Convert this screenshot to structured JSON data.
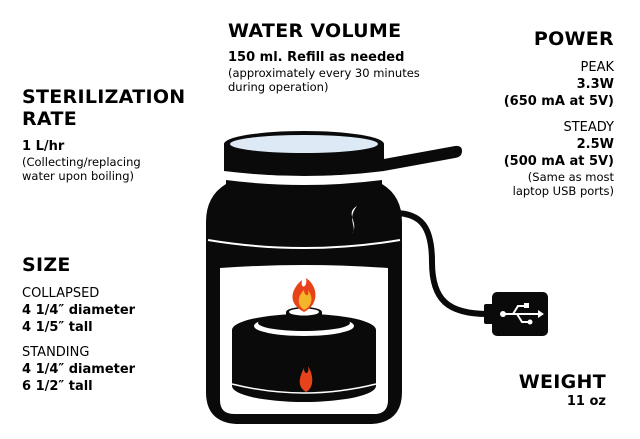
{
  "water_volume": {
    "heading": "WATER VOLUME",
    "value": "150 ml. Refill as needed",
    "note_line1": "(approximately every 30 minutes",
    "note_line2": "during operation)"
  },
  "sterilization": {
    "heading_line1": "STERILIZATION",
    "heading_line2": "RATE",
    "value": "1 L/hr",
    "note_line1": "(Collecting/replacing",
    "note_line2": "water upon boiling)"
  },
  "size": {
    "heading": "SIZE",
    "collapsed_label": "COLLAPSED",
    "collapsed_diameter": "4 1/4″ diameter",
    "collapsed_tall": "4 1/5″ tall",
    "standing_label": "STANDING",
    "standing_diameter": "4 1/4″ diameter",
    "standing_tall": "6 1/2″ tall"
  },
  "power": {
    "heading": "POWER",
    "peak_label": "PEAK",
    "peak_value": "3.3W",
    "peak_detail": "(650 mA at 5V)",
    "steady_label": "STEADY",
    "steady_value": "2.5W",
    "steady_detail": "(500 mA at 5V)",
    "steady_note_line1": "(Same as most",
    "steady_note_line2": "laptop USB ports)"
  },
  "weight": {
    "heading": "WEIGHT",
    "value": "11 oz"
  },
  "icons": [
    "flame-icon",
    "steam-icon",
    "usb-icon"
  ],
  "colors": {
    "body": "#0a0a0a",
    "water": "#dde9f4",
    "flame_outer": "#e8421b",
    "flame_inner": "#f5b52a"
  }
}
